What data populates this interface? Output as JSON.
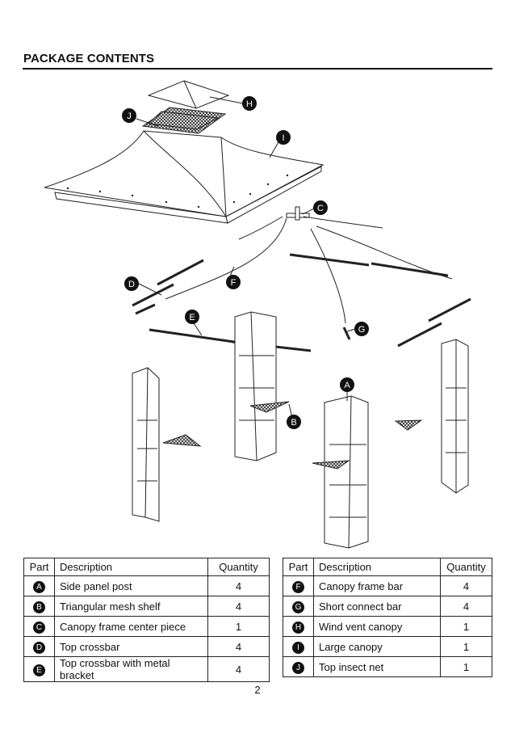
{
  "header": {
    "title": "PACKAGE CONTENTS"
  },
  "callouts": {
    "A": "A",
    "B": "B",
    "C": "C",
    "D": "D",
    "E": "E",
    "F": "F",
    "G": "G",
    "H": "H",
    "I": "I",
    "J": "J"
  },
  "table_left": {
    "headers": {
      "part": "Part",
      "description": "Description",
      "quantity": "Quantity"
    },
    "rows": [
      {
        "part": "A",
        "description": "Side panel post",
        "quantity": "4"
      },
      {
        "part": "B",
        "description": "Triangular mesh shelf",
        "quantity": "4"
      },
      {
        "part": "C",
        "description": "Canopy frame center piece",
        "quantity": "1"
      },
      {
        "part": "D",
        "description": "Top crossbar",
        "quantity": "4"
      },
      {
        "part": "E",
        "description": "Top crossbar with metal bracket",
        "quantity": "4"
      }
    ]
  },
  "table_right": {
    "headers": {
      "part": "Part",
      "description": "Description",
      "quantity": "Quantity"
    },
    "rows": [
      {
        "part": "F",
        "description": "Canopy frame bar",
        "quantity": "4"
      },
      {
        "part": "G",
        "description": "Short connect bar",
        "quantity": "4"
      },
      {
        "part": "H",
        "description": "Wind vent canopy",
        "quantity": "1"
      },
      {
        "part": "I",
        "description": "Large canopy",
        "quantity": "1"
      },
      {
        "part": "J",
        "description": "Top insect net",
        "quantity": "1"
      }
    ]
  },
  "page_number": "2"
}
